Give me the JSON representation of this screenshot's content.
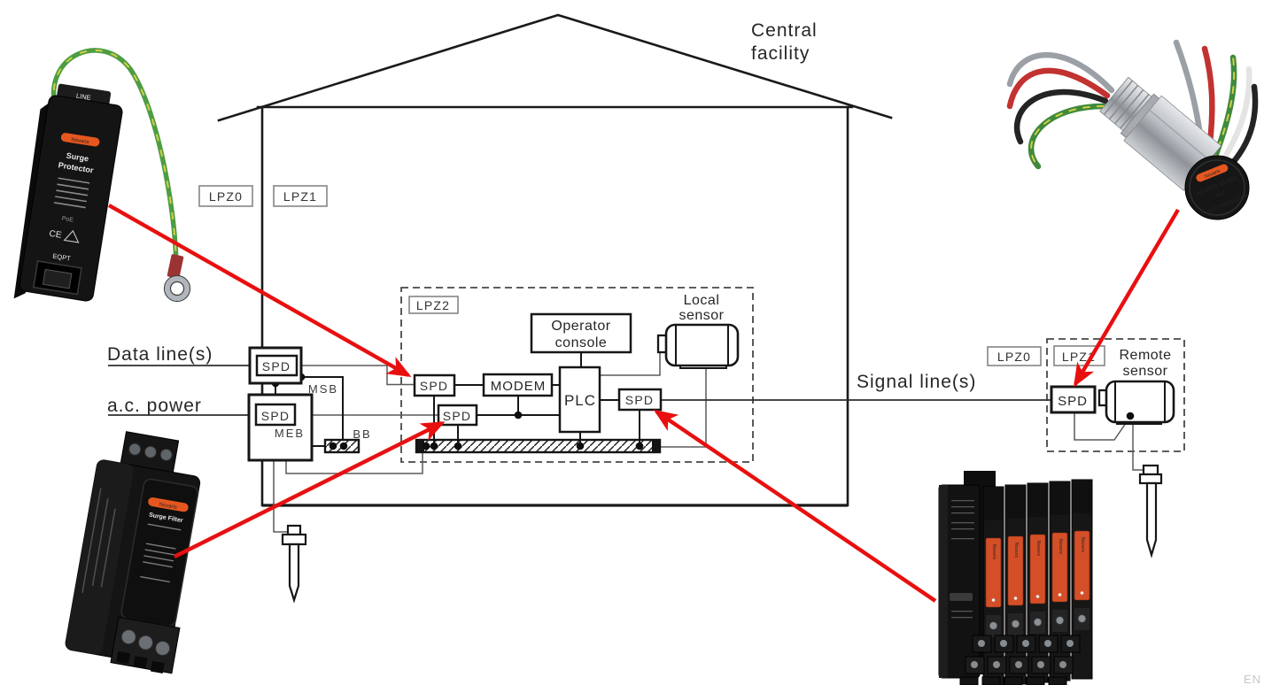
{
  "house": {
    "label_line1": "Central",
    "label_line2": "facility"
  },
  "zone_labels": {
    "left_lpz0": "LPZ0",
    "left_lpz1": "LPZ1",
    "lpz2": "LPZ2",
    "right_lpz0": "LPZ0",
    "right_lpz1": "LPZ1"
  },
  "line_labels": {
    "data": "Data line(s)",
    "ac_power": "a.c. power",
    "signal": "Signal line(s)"
  },
  "bus_labels": {
    "msb": "MSB",
    "meb": "MEB",
    "bb": "BB"
  },
  "block_labels": {
    "spd": "SPD",
    "modem": "MODEM",
    "plc": "PLC",
    "operator_console_line1": "Operator",
    "operator_console_line2": "console",
    "local_sensor_line1": "Local",
    "local_sensor_line2": "sensor",
    "remote_sensor_line1": "Remote",
    "remote_sensor_line2": "sensor"
  },
  "products": {
    "data_line_protector": {
      "top_label": "LINE",
      "brand": "Novaris",
      "name_line1": "Surge",
      "name_line2": "Protector",
      "feature": "PoE",
      "ce_mark": "CE",
      "bottom_label": "EQPT"
    },
    "inline_coax_protector": {
      "brand": "Novaris",
      "model": "IG-SLT3-30-M20",
      "size": "M20",
      "cap_text": "SURGE PROTECTOR"
    },
    "ac_surge_filter": {
      "brand": "Novaris",
      "name": "Surge Filter"
    },
    "signal_line_protectors": {
      "brand": "Novaris"
    }
  },
  "colors": {
    "arrow_red": "#e8100f",
    "brand_orange": "#e5571f",
    "diagram_black": "#1a1a1a",
    "line_grey": "#5a5a5a"
  },
  "watermark": "EN"
}
